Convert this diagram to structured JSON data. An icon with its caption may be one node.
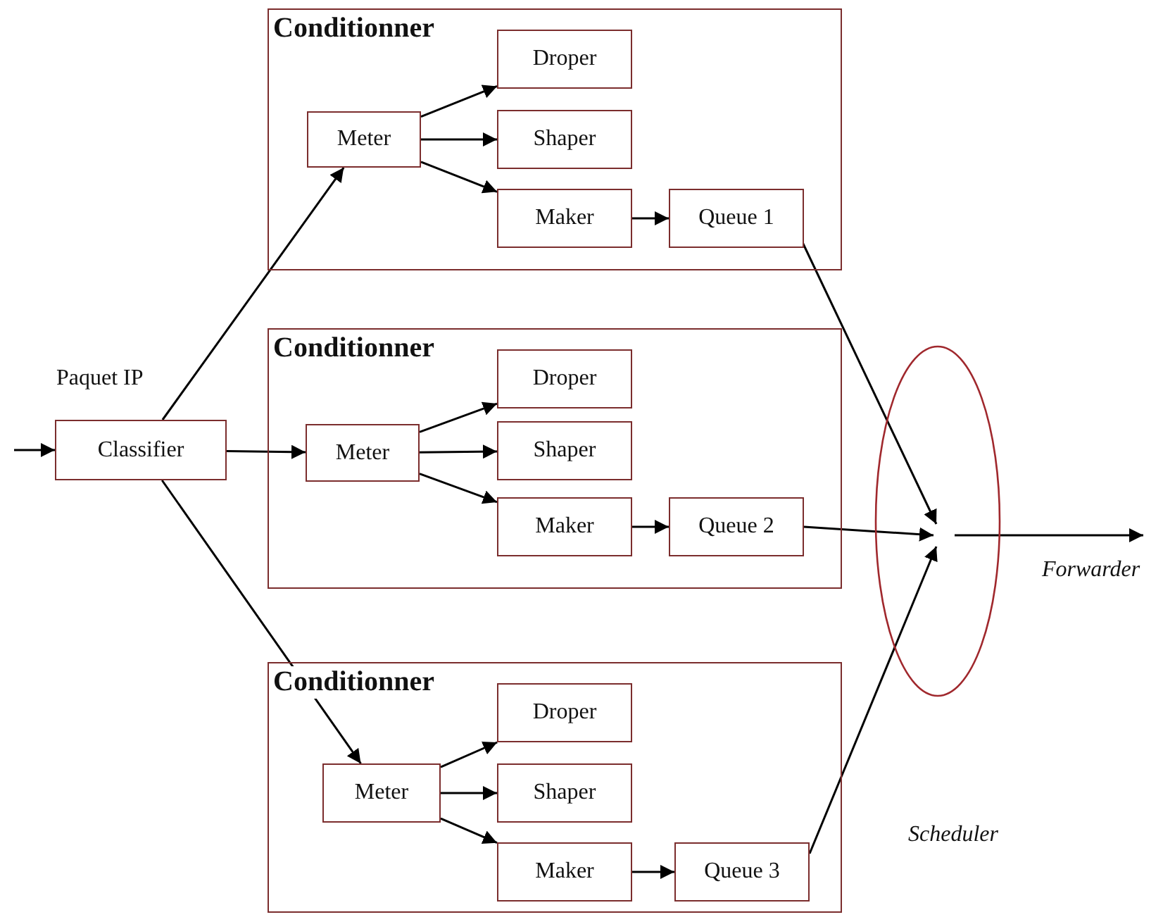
{
  "diagram": {
    "nodes": [
      {
        "text": [
          "Classifier"
        ],
        "beside": [
          "Paquet IP"
        ]
      },
      {
        "text": [
          "Conditionner"
        ]
      },
      {
        "text": [
          "Meter"
        ],
        "in": 1
      },
      {
        "text": [
          "Droper"
        ],
        "in": 1
      },
      {
        "text": [
          "Shaper"
        ],
        "in": 1
      },
      {
        "text": [
          "Maker"
        ],
        "in": 1
      },
      {
        "text": [
          "Queue 1"
        ],
        "in": 1
      },
      {
        "text": [
          "Conditionner"
        ]
      },
      {
        "text": [
          "Meter"
        ],
        "in": 7
      },
      {
        "text": [
          "Droper"
        ],
        "in": 7
      },
      {
        "text": [
          "Shaper"
        ],
        "in": 7
      },
      {
        "text": [
          "Maker"
        ],
        "in": 7
      },
      {
        "text": [
          "Queue 2"
        ],
        "in": 7
      },
      {
        "text": [
          "Conditionner"
        ]
      },
      {
        "text": [
          "Meter"
        ],
        "in": 13
      },
      {
        "text": [
          "Droper"
        ],
        "in": 13
      },
      {
        "text": [
          "Shaper"
        ],
        "in": 13
      },
      {
        "text": [
          "Maker"
        ],
        "in": 13
      },
      {
        "text": [
          "Queue 3"
        ],
        "in": 13
      },
      {
        "text": [],
        "shape": "circle"
      },
      {
        "text": [
          "Forwarder"
        ]
      }
    ],
    "edges": [
      {
        "from": null,
        "to": 0,
        "arrow": "to"
      },
      {
        "from": 0,
        "to": 2,
        "arrow": "to"
      },
      {
        "from": 0,
        "to": 8,
        "arrow": "to"
      },
      {
        "from": 0,
        "to": 14,
        "arrow": "to"
      },
      {
        "from": 2,
        "to": 3,
        "arrow": "to"
      },
      {
        "from": 2,
        "to": 4,
        "arrow": "to"
      },
      {
        "from": 2,
        "to": 5,
        "arrow": "to"
      },
      {
        "from": 5,
        "to": 6,
        "arrow": "to"
      },
      {
        "from": 8,
        "to": 9,
        "arrow": "to"
      },
      {
        "from": 8,
        "to": 10,
        "arrow": "to"
      },
      {
        "from": 8,
        "to": 11,
        "arrow": "to"
      },
      {
        "from": 11,
        "to": 12,
        "arrow": "to"
      },
      {
        "from": 14,
        "to": 15,
        "arrow": "to"
      },
      {
        "from": 14,
        "to": 16,
        "arrow": "to"
      },
      {
        "from": 14,
        "to": 17,
        "arrow": "to"
      },
      {
        "from": 17,
        "to": 18,
        "arrow": "to"
      },
      {
        "from": 6,
        "to": 19,
        "arrow": "to"
      },
      {
        "from": 12,
        "to": 19,
        "arrow": "to"
      },
      {
        "from": 18,
        "to": 19,
        "arrow": "to"
      },
      {
        "from": 19,
        "to": 20,
        "arrow": "to"
      }
    ],
    "labels": [
      "Scheduler"
    ]
  }
}
